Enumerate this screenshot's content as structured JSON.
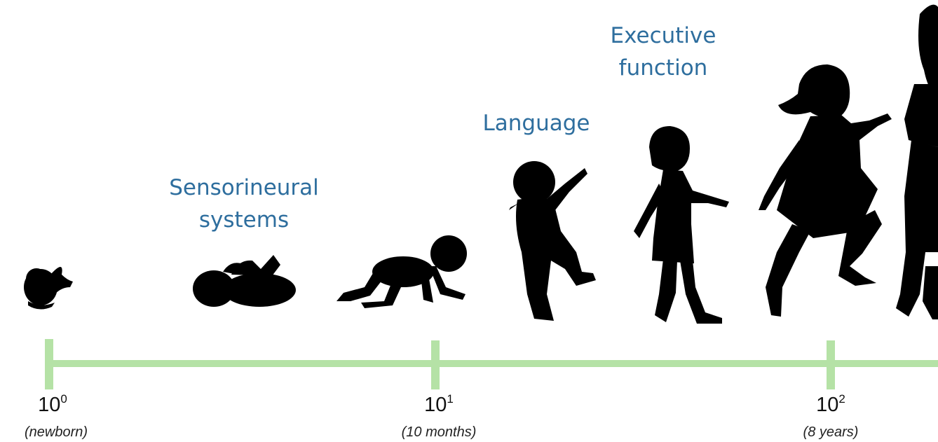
{
  "milestones": {
    "sensorineural": [
      "Sensorineural",
      "systems"
    ],
    "language": [
      "Language"
    ],
    "executive": [
      "Executive",
      "function"
    ]
  },
  "axis": {
    "color": "#b5e2a6",
    "ticks": [
      {
        "base": "10",
        "exp": "0",
        "note": "(newborn)"
      },
      {
        "base": "10",
        "exp": "1",
        "note": "(10 months)"
      },
      {
        "base": "10",
        "exp": "2",
        "note": "(8 years)"
      }
    ]
  },
  "colors": {
    "milestone_text": "#2e6e9e",
    "silhouette": "#000000"
  },
  "icons": [
    "fetus-icon",
    "newborn-icon",
    "crawling-baby-icon",
    "toddler-icon",
    "young-girl-icon",
    "running-girl-icon",
    "woman-icon"
  ]
}
